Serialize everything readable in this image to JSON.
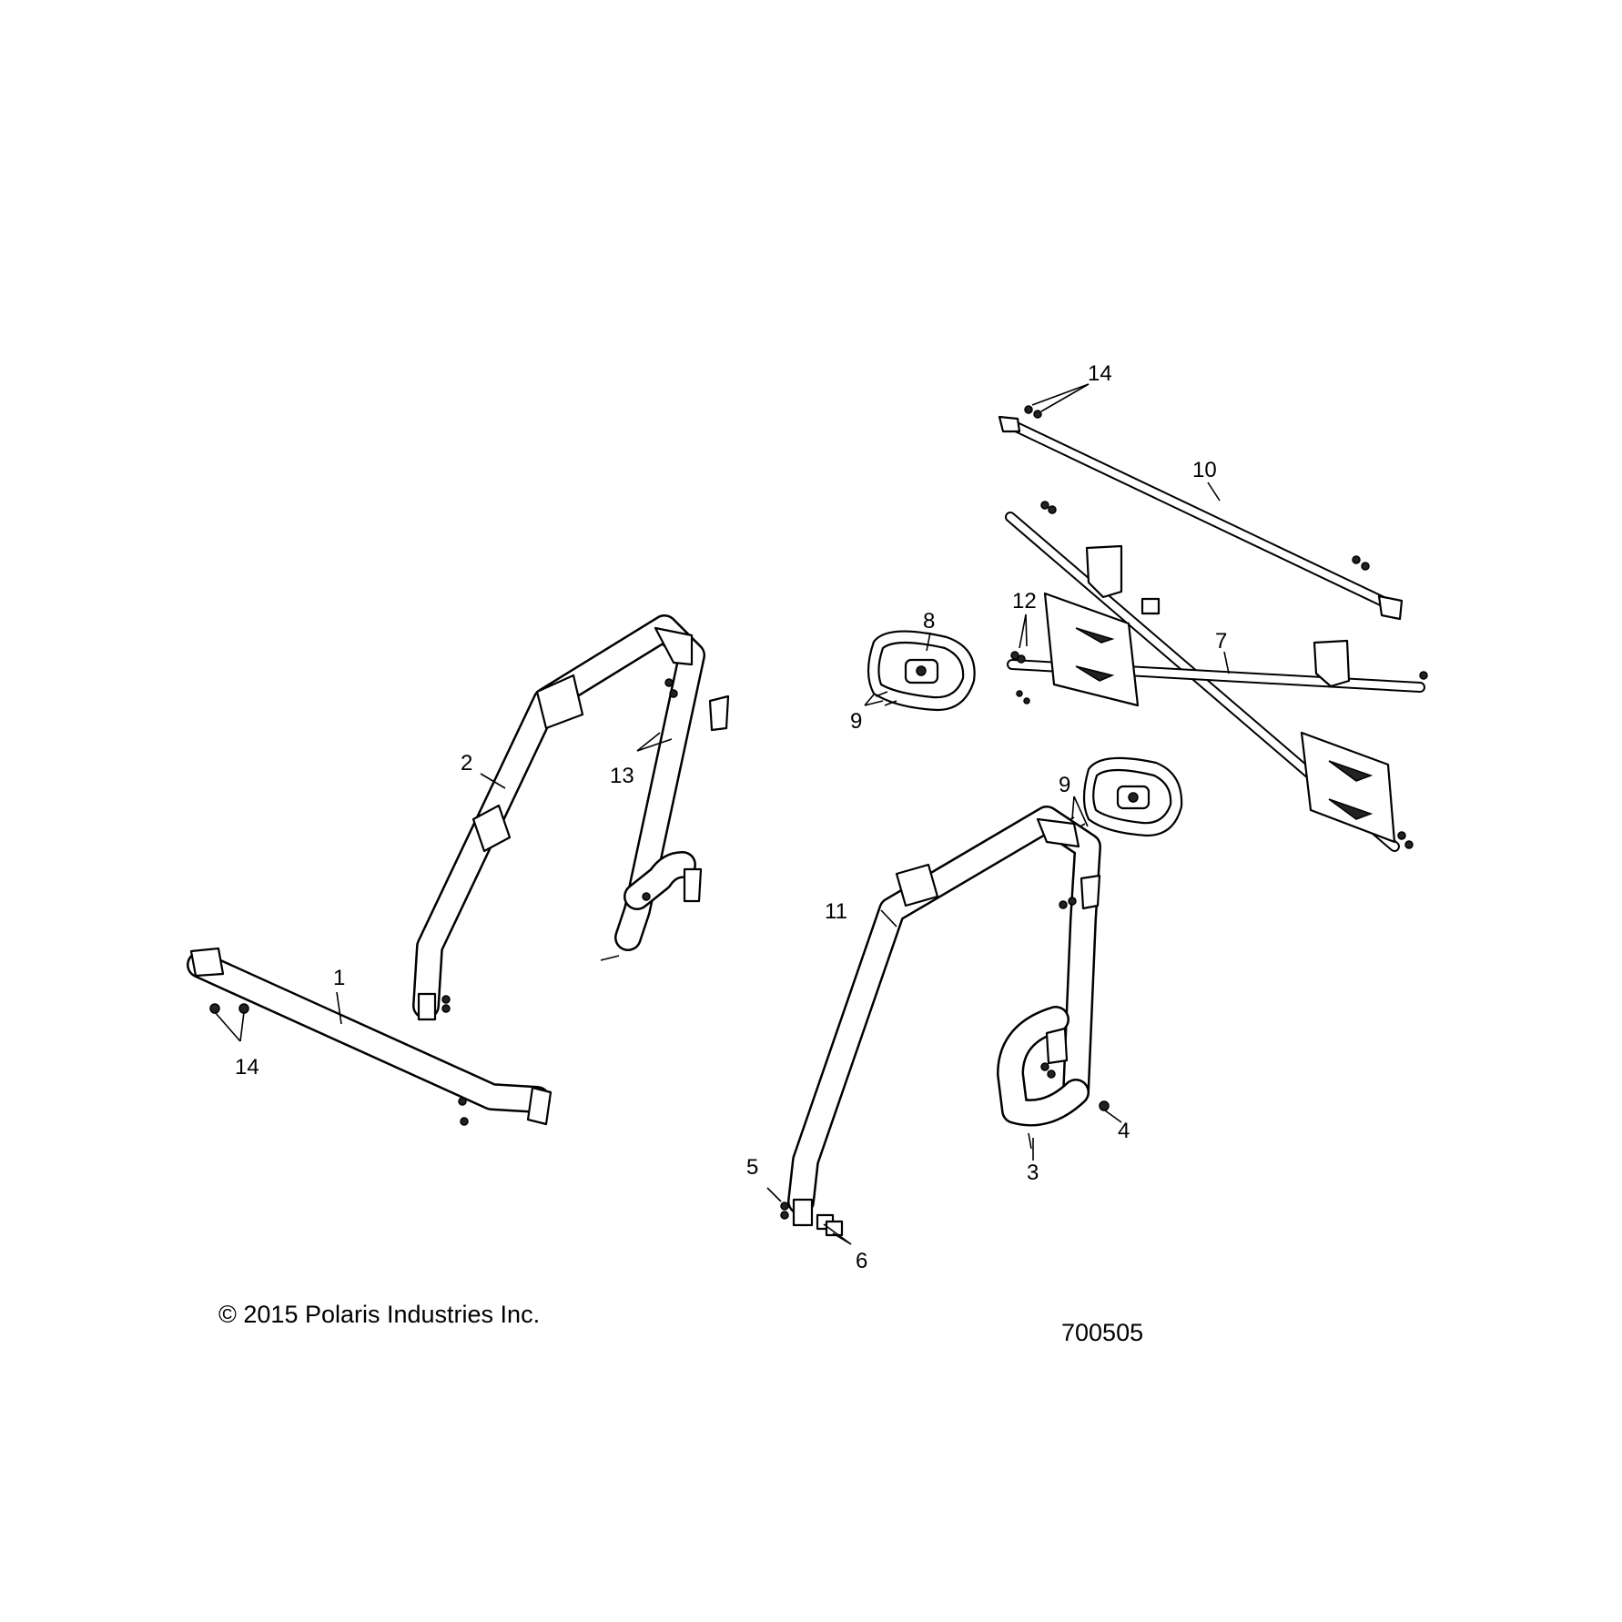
{
  "callouts": {
    "c1": "1",
    "c2": "2",
    "c3": "3",
    "c4": "4",
    "c5": "5",
    "c6": "6",
    "c7": "7",
    "c8": "8",
    "c9a": "9",
    "c9b": "9",
    "c10": "10",
    "c11": "11",
    "c12": "12",
    "c13": "13",
    "c14a": "14",
    "c14b": "14"
  },
  "footer": {
    "copyright": "© 2015 Polaris Industries Inc.",
    "figure_number": "700505"
  }
}
